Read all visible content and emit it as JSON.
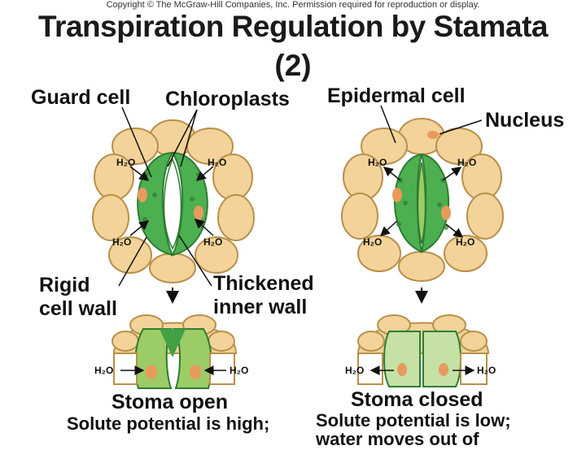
{
  "header": {
    "copyright": "Copyright © The McGraw-Hill Companies, Inc. Permission required for reproduction or display.",
    "title_line1": "Transpiration Regulation by Stamata",
    "title_line2": "(2)"
  },
  "labels": {
    "guard_cell": "Guard cell",
    "chloroplasts": "Chloroplasts",
    "epidermal_cell": "Epidermal cell",
    "nucleus": "Nucleus",
    "rigid_line1": "Rigid",
    "rigid_line2": "cell wall",
    "thickened_line1": "Thickened",
    "thickened_line2": "inner wall",
    "water": "H₂O"
  },
  "captions": {
    "open_title": "Stoma open",
    "open_desc": "Solute potential is high;",
    "closed_title": "Stoma closed",
    "closed_desc_line1": "Solute potential is low;",
    "closed_desc_line2": "water moves out of"
  },
  "colors": {
    "epidermal_fill": "#f3d39a",
    "epidermal_stroke": "#b8904a",
    "guard_fill": "#4caf50",
    "guard_dark": "#2e7d32",
    "nucleus_fill": "#e89a5c"
  }
}
